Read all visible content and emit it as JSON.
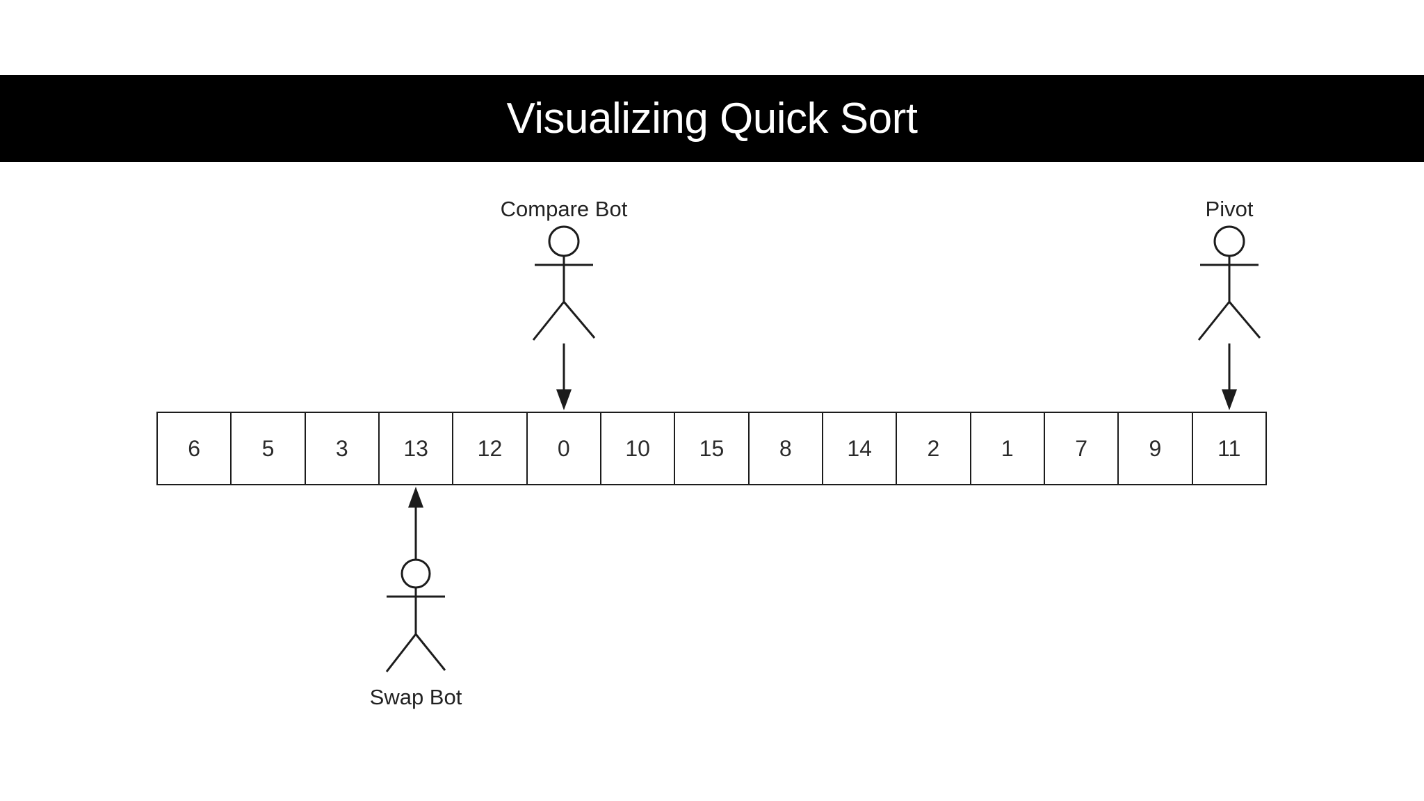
{
  "title": "Visualizing Quick Sort",
  "diagram": {
    "array": {
      "values": [
        "6",
        "5",
        "3",
        "13",
        "12",
        "0",
        "10",
        "15",
        "8",
        "14",
        "2",
        "1",
        "7",
        "9",
        "11"
      ]
    },
    "actors": {
      "compare": {
        "label": "Compare Bot",
        "points_at_value": "0",
        "points_at_index": 5,
        "arrow_direction": "down"
      },
      "pivot": {
        "label": "Pivot",
        "points_at_value": "11",
        "points_at_index": 14,
        "arrow_direction": "down"
      },
      "swap": {
        "label": "Swap Bot",
        "points_at_value": "13",
        "points_at_index": 3,
        "arrow_direction": "up"
      }
    },
    "colors": {
      "title_bar_bg": "#000000",
      "title_text": "#ffffff",
      "stroke": "#1c1c1c",
      "background": "#ffffff"
    }
  }
}
